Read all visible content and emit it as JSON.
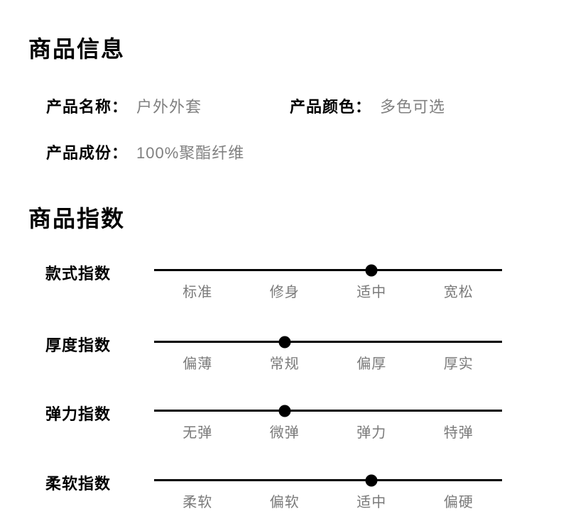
{
  "colors": {
    "background": "#ffffff",
    "text": "#000000",
    "muted_value": "#808080",
    "slider_label": "#7a7a7a",
    "track": "#000000",
    "dot": "#000000"
  },
  "product_info": {
    "title": "商品信息",
    "fields": [
      {
        "label": "产品名称：",
        "value": "户外外套"
      },
      {
        "label": "产品颜色：",
        "value": "多色可选"
      },
      {
        "label": "产品成份：",
        "value": "100%聚酯纤维"
      }
    ]
  },
  "product_index": {
    "title": "商品指数",
    "rows": [
      {
        "label": "款式指数",
        "options": [
          "标准",
          "修身",
          "适中",
          "宽松"
        ],
        "selected_index": 2,
        "selected": "适中"
      },
      {
        "label": "厚度指数",
        "options": [
          "偏薄",
          "常规",
          "偏厚",
          "厚实"
        ],
        "selected_index": 1,
        "selected": "常规"
      },
      {
        "label": "弹力指数",
        "options": [
          "无弹",
          "微弹",
          "弹力",
          "特弹"
        ],
        "selected_index": 1,
        "selected": "微弹"
      },
      {
        "label": "柔软指数",
        "options": [
          "柔软",
          "偏软",
          "适中",
          "偏硬"
        ],
        "selected_index": 2,
        "selected": "适中"
      }
    ]
  }
}
